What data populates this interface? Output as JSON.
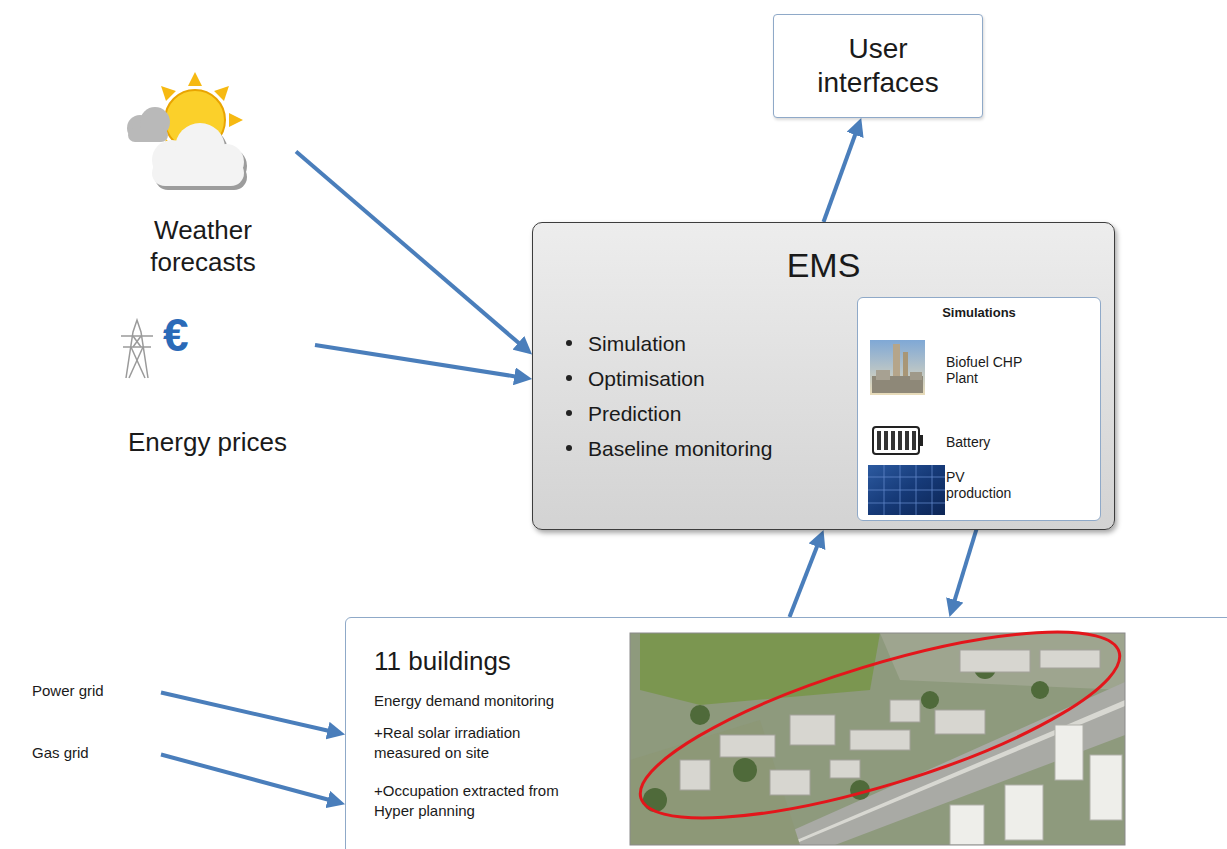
{
  "diagram": {
    "nodes": [
      {
        "text": [
          "User interfaces"
        ]
      },
      {
        "text": [
          "Weather forecasts"
        ]
      },
      {
        "text": [
          "Energy prices"
        ]
      },
      {
        "text": [
          "EMS",
          "Simulation",
          "Optimisation",
          "Prediction",
          "Baseline monitoring"
        ]
      },
      {
        "text": [
          "Simulations",
          "Biofuel CHP Plant",
          "Battery",
          "PV production"
        ],
        "in": 3
      },
      {
        "text": [
          "Power grid"
        ]
      },
      {
        "text": [
          "Gas grid"
        ]
      },
      {
        "text": [
          "11 buildings",
          "Energy demand monitoring",
          "+Real solar irradiation measured on site",
          "+Occupation extracted from Hyper planning"
        ]
      }
    ],
    "edges": [
      {
        "from": 1,
        "to": 3,
        "arrow": "to"
      },
      {
        "from": 2,
        "to": 3,
        "arrow": "to"
      },
      {
        "from": 3,
        "to": 0,
        "arrow": "to"
      },
      {
        "from": 7,
        "to": 3,
        "arrow": "to"
      },
      {
        "from": 4,
        "to": 7,
        "arrow": "to"
      },
      {
        "from": 5,
        "to": 7,
        "arrow": "to"
      },
      {
        "from": 6,
        "to": 7,
        "arrow": "to"
      }
    ],
    "labels": [
      "€"
    ]
  }
}
